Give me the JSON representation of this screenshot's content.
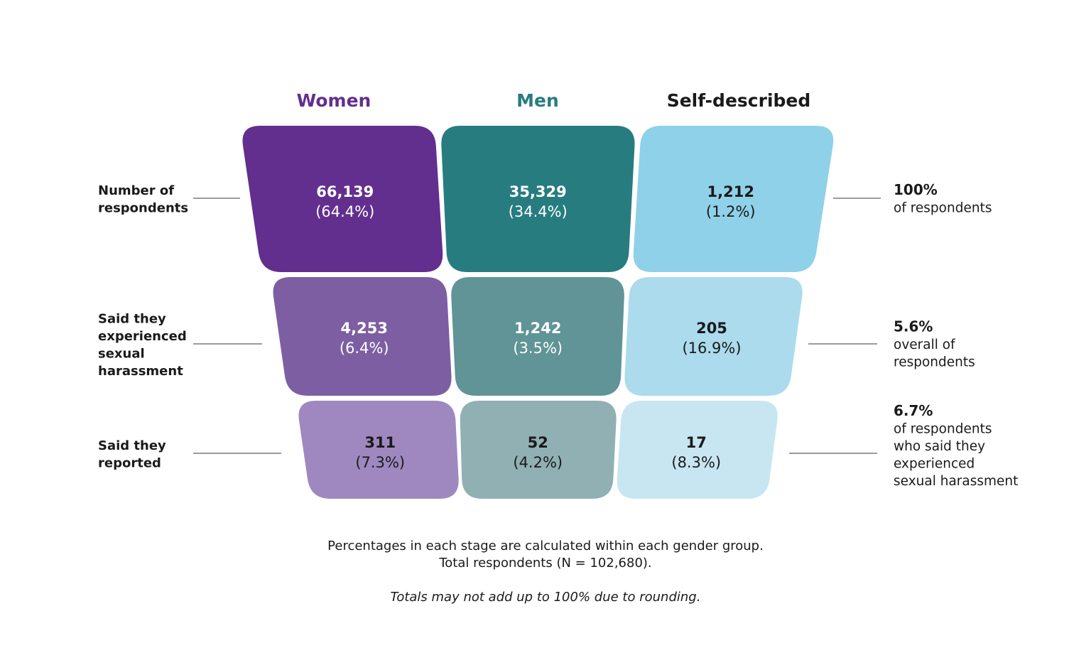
{
  "chart_data": {
    "type": "funnel",
    "groups": [
      {
        "name": "Women",
        "color": "#622f8e"
      },
      {
        "name": "Men",
        "color": "#277c80"
      },
      {
        "name": "Self-described",
        "color": "#1a1a1a"
      }
    ],
    "stages": [
      {
        "label_lines": [
          "Number of",
          "respondents"
        ],
        "total_value": "100%",
        "total_lines": [
          "of respondents"
        ],
        "cells": [
          {
            "value": "66,139",
            "pct": "(64.4%)",
            "fill": "#622f8e",
            "text_color": "#ffffff"
          },
          {
            "value": "35,329",
            "pct": "(34.4%)",
            "fill": "#277c80",
            "text_color": "#ffffff"
          },
          {
            "value": "1,212",
            "pct": "(1.2%)",
            "fill": "#8fd1e8",
            "text_color": "#1a1a1a"
          }
        ]
      },
      {
        "label_lines": [
          "Said they",
          "experienced",
          "sexual",
          "harassment"
        ],
        "total_value": "5.6%",
        "total_lines": [
          "overall of",
          "respondents"
        ],
        "cells": [
          {
            "value": "4,253",
            "pct": "(6.4%)",
            "fill": "#7d5ea3",
            "text_color": "#ffffff"
          },
          {
            "value": "1,242",
            "pct": "(3.5%)",
            "fill": "#609497",
            "text_color": "#ffffff"
          },
          {
            "value": "205",
            "pct": "(16.9%)",
            "fill": "#abdbed",
            "text_color": "#1a1a1a"
          }
        ]
      },
      {
        "label_lines": [
          "Said they",
          "reported"
        ],
        "total_value": "6.7%",
        "total_lines": [
          "of respondents",
          "who said they",
          "experienced",
          "sexual harassment"
        ],
        "cells": [
          {
            "value": "311",
            "pct": "(7.3%)",
            "fill": "#9f88bf",
            "text_color": "#1a1a1a"
          },
          {
            "value": "52",
            "pct": "(4.2%)",
            "fill": "#90b0b4",
            "text_color": "#1a1a1a"
          },
          {
            "value": "17",
            "pct": "(8.3%)",
            "fill": "#c8e6f2",
            "text_color": "#1a1a1a"
          }
        ]
      }
    ]
  },
  "notes": {
    "line1": "Percentages in each stage are calculated within each gender group.",
    "line2": "Total respondents (N = 102,680).",
    "line3": "Totals may not add up to 100% due to rounding."
  }
}
